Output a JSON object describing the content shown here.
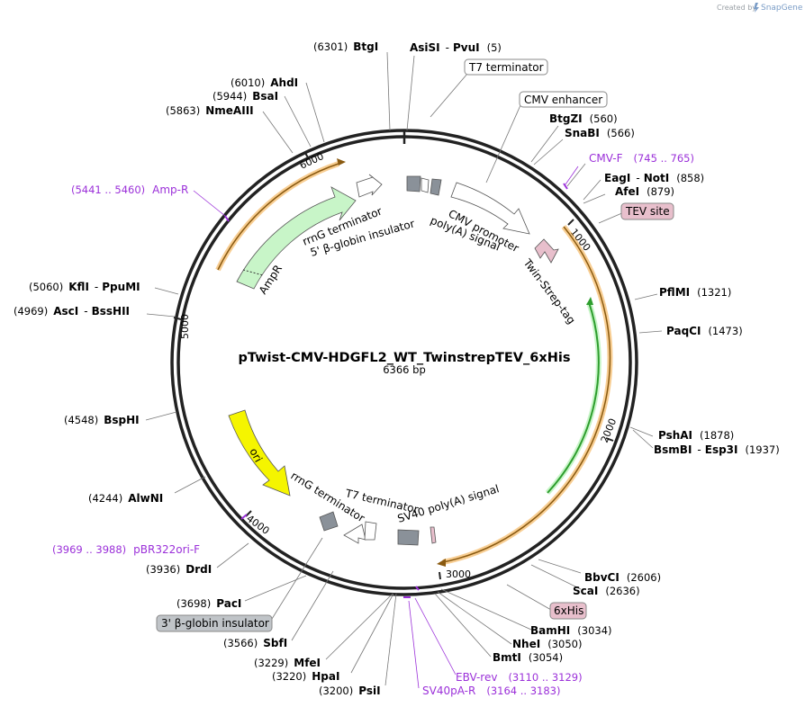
{
  "credit": {
    "prefix": "Created by",
    "brand": "SnapGene"
  },
  "plasmid": {
    "name": "pTwist-CMV-HDGFL2_WT_TwinstrepTEV_6xHis",
    "size": "6366 bp"
  },
  "ticks": [
    "1000",
    "2000",
    "3000",
    "4000",
    "5000",
    "6000"
  ],
  "sites": [
    {
      "id": "btgi",
      "pos": "(6301)",
      "name": "BtgI"
    },
    {
      "id": "asisi",
      "name": "AsiSI",
      "sep": "-",
      "name2": "PvuI",
      "pos": "(5)"
    },
    {
      "id": "btgzi",
      "name": "BtgZI",
      "pos": "(560)"
    },
    {
      "id": "snabi",
      "name": "SnaBI",
      "pos": "(566)"
    },
    {
      "id": "eagi",
      "name": "EagI",
      "sep": "-",
      "name2": "NotI",
      "pos": "(858)"
    },
    {
      "id": "afei",
      "name": "AfeI",
      "pos": "(879)"
    },
    {
      "id": "pflmi",
      "name": "PflMI",
      "pos": "(1321)"
    },
    {
      "id": "paqci",
      "name": "PaqCI",
      "pos": "(1473)"
    },
    {
      "id": "pshai",
      "name": "PshAI",
      "pos": "(1878)"
    },
    {
      "id": "bsmbi",
      "name": "BsmBI",
      "sep": "-",
      "name2": "Esp3I",
      "pos": "(1937)"
    },
    {
      "id": "bbvci",
      "name": "BbvCI",
      "pos": "(2606)"
    },
    {
      "id": "scai",
      "name": "ScaI",
      "pos": "(2636)"
    },
    {
      "id": "bamhi",
      "name": "BamHI",
      "pos": "(3034)"
    },
    {
      "id": "nhei",
      "name": "NheI",
      "pos": "(3050)"
    },
    {
      "id": "bmti",
      "name": "BmtI",
      "pos": "(3054)"
    },
    {
      "id": "psii",
      "pos": "(3200)",
      "name": "PsiI"
    },
    {
      "id": "hpai",
      "pos": "(3220)",
      "name": "HpaI"
    },
    {
      "id": "mfei",
      "pos": "(3229)",
      "name": "MfeI"
    },
    {
      "id": "sbfi",
      "pos": "(3566)",
      "name": "SbfI"
    },
    {
      "id": "paci",
      "pos": "(3698)",
      "name": "PacI"
    },
    {
      "id": "drdi",
      "pos": "(3936)",
      "name": "DrdI"
    },
    {
      "id": "alwni",
      "pos": "(4244)",
      "name": "AlwNI"
    },
    {
      "id": "bsphi",
      "pos": "(4548)",
      "name": "BspHI"
    },
    {
      "id": "asci",
      "pos": "(4969)",
      "name": "AscI",
      "sep": "-",
      "name2": "BssHII"
    },
    {
      "id": "kfli",
      "pos": "(5060)",
      "name": "KflI",
      "sep": "-",
      "name2": "PpuMI"
    },
    {
      "id": "nmeaiii",
      "pos": "(5863)",
      "name": "NmeAIII"
    },
    {
      "id": "bsai",
      "pos": "(5944)",
      "name": "BsaI"
    },
    {
      "id": "ahdi",
      "pos": "(6010)",
      "name": "AhdI"
    }
  ],
  "primers": [
    {
      "id": "cmvf",
      "name": "CMV-F",
      "range": "(745 .. 765)"
    },
    {
      "id": "ampr",
      "range": "(5441 .. 5460)",
      "name": "Amp-R"
    },
    {
      "id": "pbr",
      "range": "(3969 .. 3988)",
      "name": "pBR322ori-F"
    },
    {
      "id": "ebv",
      "name": "EBV-rev",
      "range": "(3110 .. 3129)"
    },
    {
      "id": "sv40",
      "name": "SV40pA-R",
      "range": "(3164 .. 3183)"
    }
  ],
  "boxed": {
    "t7_top": "T7 terminator",
    "cmv_enh": "CMV enhancer",
    "tev": "TEV site",
    "his": "6xHis",
    "bglob": "3' β-globin insulator"
  },
  "features": {
    "ampr": "AmpR",
    "rrng_top": "rrnG terminator",
    "bglob5": "5' β-globin insulator",
    "cmv_promoter": "CMV promoter",
    "polya": "poly(A) signal",
    "twinstrep": "Twin-Strep-tag",
    "ori": "ori",
    "rrng_bot": "rrnG terminator",
    "t7_bot": "T7 terminator",
    "sv40polya": "SV40 poly(A) signal"
  },
  "colors": {
    "backbone": "#222222",
    "primer": "#9b30d9",
    "orf": "#f2a53a",
    "orf_arrow": "#8a5a10",
    "ampr": "#c8f5c8",
    "green_line": "#2e9e2e",
    "ori": "#f5f500",
    "gray_feature": "#8a9199",
    "pink_box": "#e8bfcc",
    "gray_box": "#c0c4c8"
  }
}
